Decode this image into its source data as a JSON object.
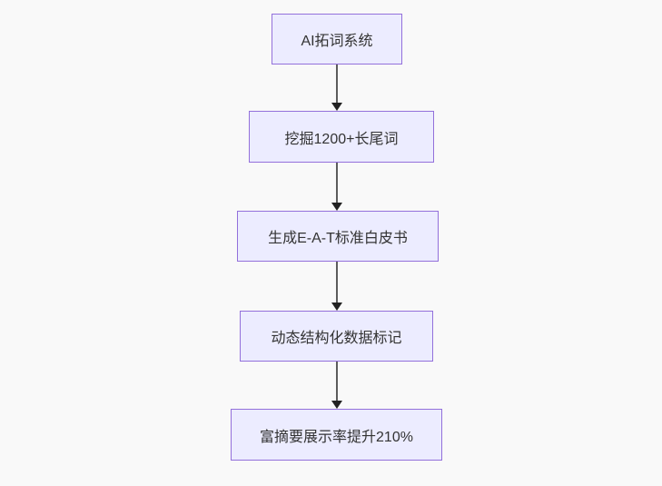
{
  "diagram": {
    "type": "flowchart",
    "direction": "top-down",
    "nodes": [
      {
        "id": "n1",
        "label": "AI拓词系统"
      },
      {
        "id": "n2",
        "label": "挖掘1200+长尾词"
      },
      {
        "id": "n3",
        "label": "生成E-A-T标准白皮书"
      },
      {
        "id": "n4",
        "label": "动态结构化数据标记"
      },
      {
        "id": "n5",
        "label": "富摘要展示率提升210%"
      }
    ],
    "edges": [
      {
        "from": "n1",
        "to": "n2"
      },
      {
        "from": "n2",
        "to": "n3"
      },
      {
        "from": "n3",
        "to": "n4"
      },
      {
        "from": "n4",
        "to": "n5"
      }
    ],
    "colors": {
      "background": "#f9f9f9",
      "node_fill": "#ECECFF",
      "node_border": "#9370DB",
      "node_text": "#333333",
      "arrow_line": "#5c5c5c",
      "arrow_head": "#222222"
    }
  }
}
